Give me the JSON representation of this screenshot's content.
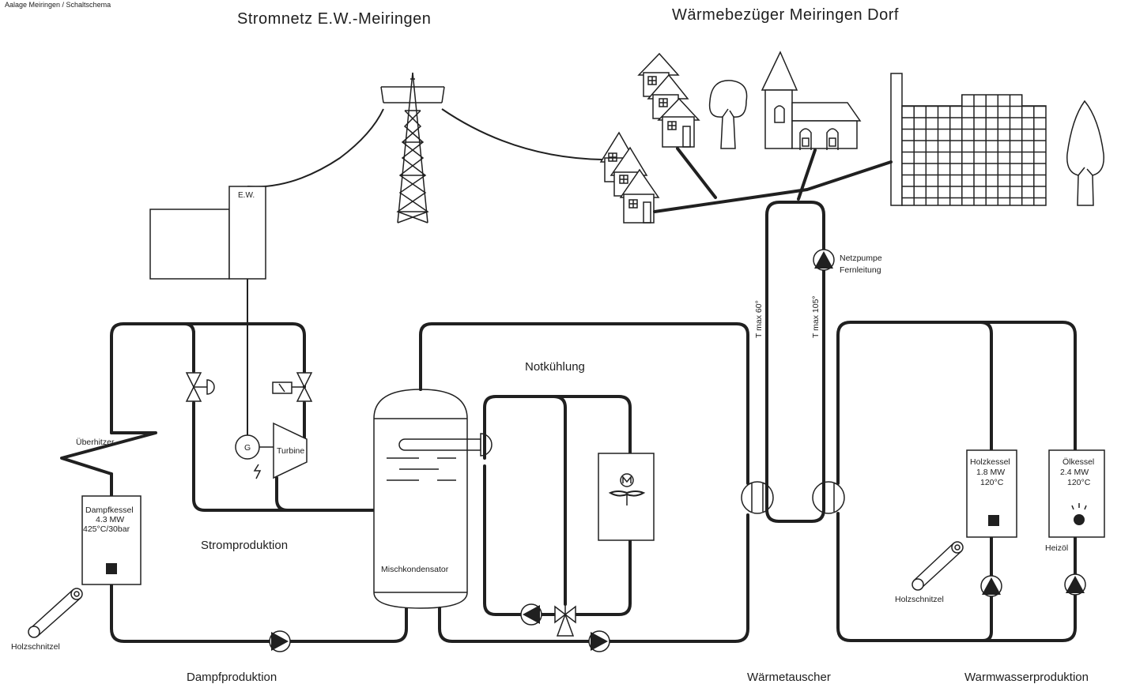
{
  "top_text": "Aalage Meiringen / Schaltschema",
  "titles": {
    "stromnetz": "Stromnetz E.W.-Meiringen",
    "waermebezueger": "Wärmebezüger Meiringen Dorf"
  },
  "sections": {
    "stromproduktion": "Stromproduktion",
    "notkuehlung": "Notkühlung",
    "dampfproduktion": "Dampfproduktion",
    "waermetauscher": "Wärmetauscher",
    "warmwasserproduktion": "Warmwasserproduktion"
  },
  "labels": {
    "ew": "E.W.",
    "ueberhitzer": "Überhitzer",
    "generator": "G",
    "turbine": "Turbine",
    "mischkondensator": "Mischkondensator",
    "netzpumpe": "Netzpumpe",
    "fernleitung": "Fernleitung",
    "t_max_60": "T max 60°",
    "t_max_105": "T max 105°",
    "holzschnitzel_left": "Holzschnitzel",
    "holzschnitzel_right": "Holzschnitzel",
    "heizoel": "Heizöl"
  },
  "boilers": {
    "dampfkessel": {
      "name": "Dampfkessel",
      "power": "4.3 MW",
      "spec": "425°C/30bar"
    },
    "holzkessel": {
      "name": "Holzkessel",
      "power": "1.8 MW",
      "spec": "120°C"
    },
    "oelkessel": {
      "name": "Ölkessel",
      "power": "2.4 MW",
      "spec": "120°C"
    }
  }
}
